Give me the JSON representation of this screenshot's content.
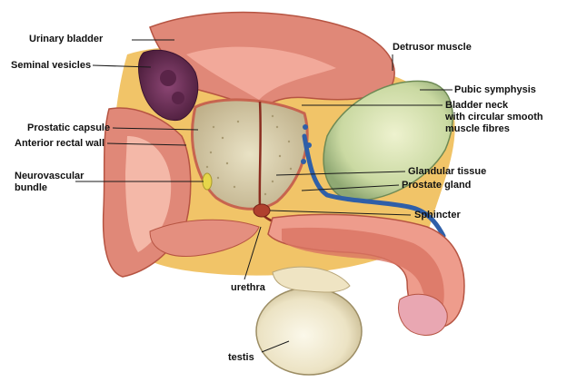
{
  "labels": {
    "urinary_bladder": "Urinary bladder",
    "seminal_vesicles": "Seminal vesicles",
    "prostatic_capsule": "Prostatic capsule",
    "anterior_rectal_wall": "Anterior rectal wall",
    "neurovascular_bundle": "Neurovascular\nbundle",
    "detrusor_muscle": "Detrusor muscle",
    "pubic_symphysis": "Pubic symphysis",
    "bladder_neck": "Bladder neck\nwith circular smooth\nmuscle fibres",
    "glandular_tissue": "Glandular tissue",
    "prostate_gland": "Prostate gland",
    "sphincter": "Sphincter",
    "urethra": "urethra",
    "testis": "testis"
  },
  "colors": {
    "muscle": "#e08878",
    "muscle_dark": "#c9604f",
    "fat": "#f1c468",
    "seminal": "#6b2f57",
    "prostate": "#d8cfae",
    "bone": "#cfdca8",
    "vein": "#2f5fa8",
    "testis": "#eee7cc"
  }
}
